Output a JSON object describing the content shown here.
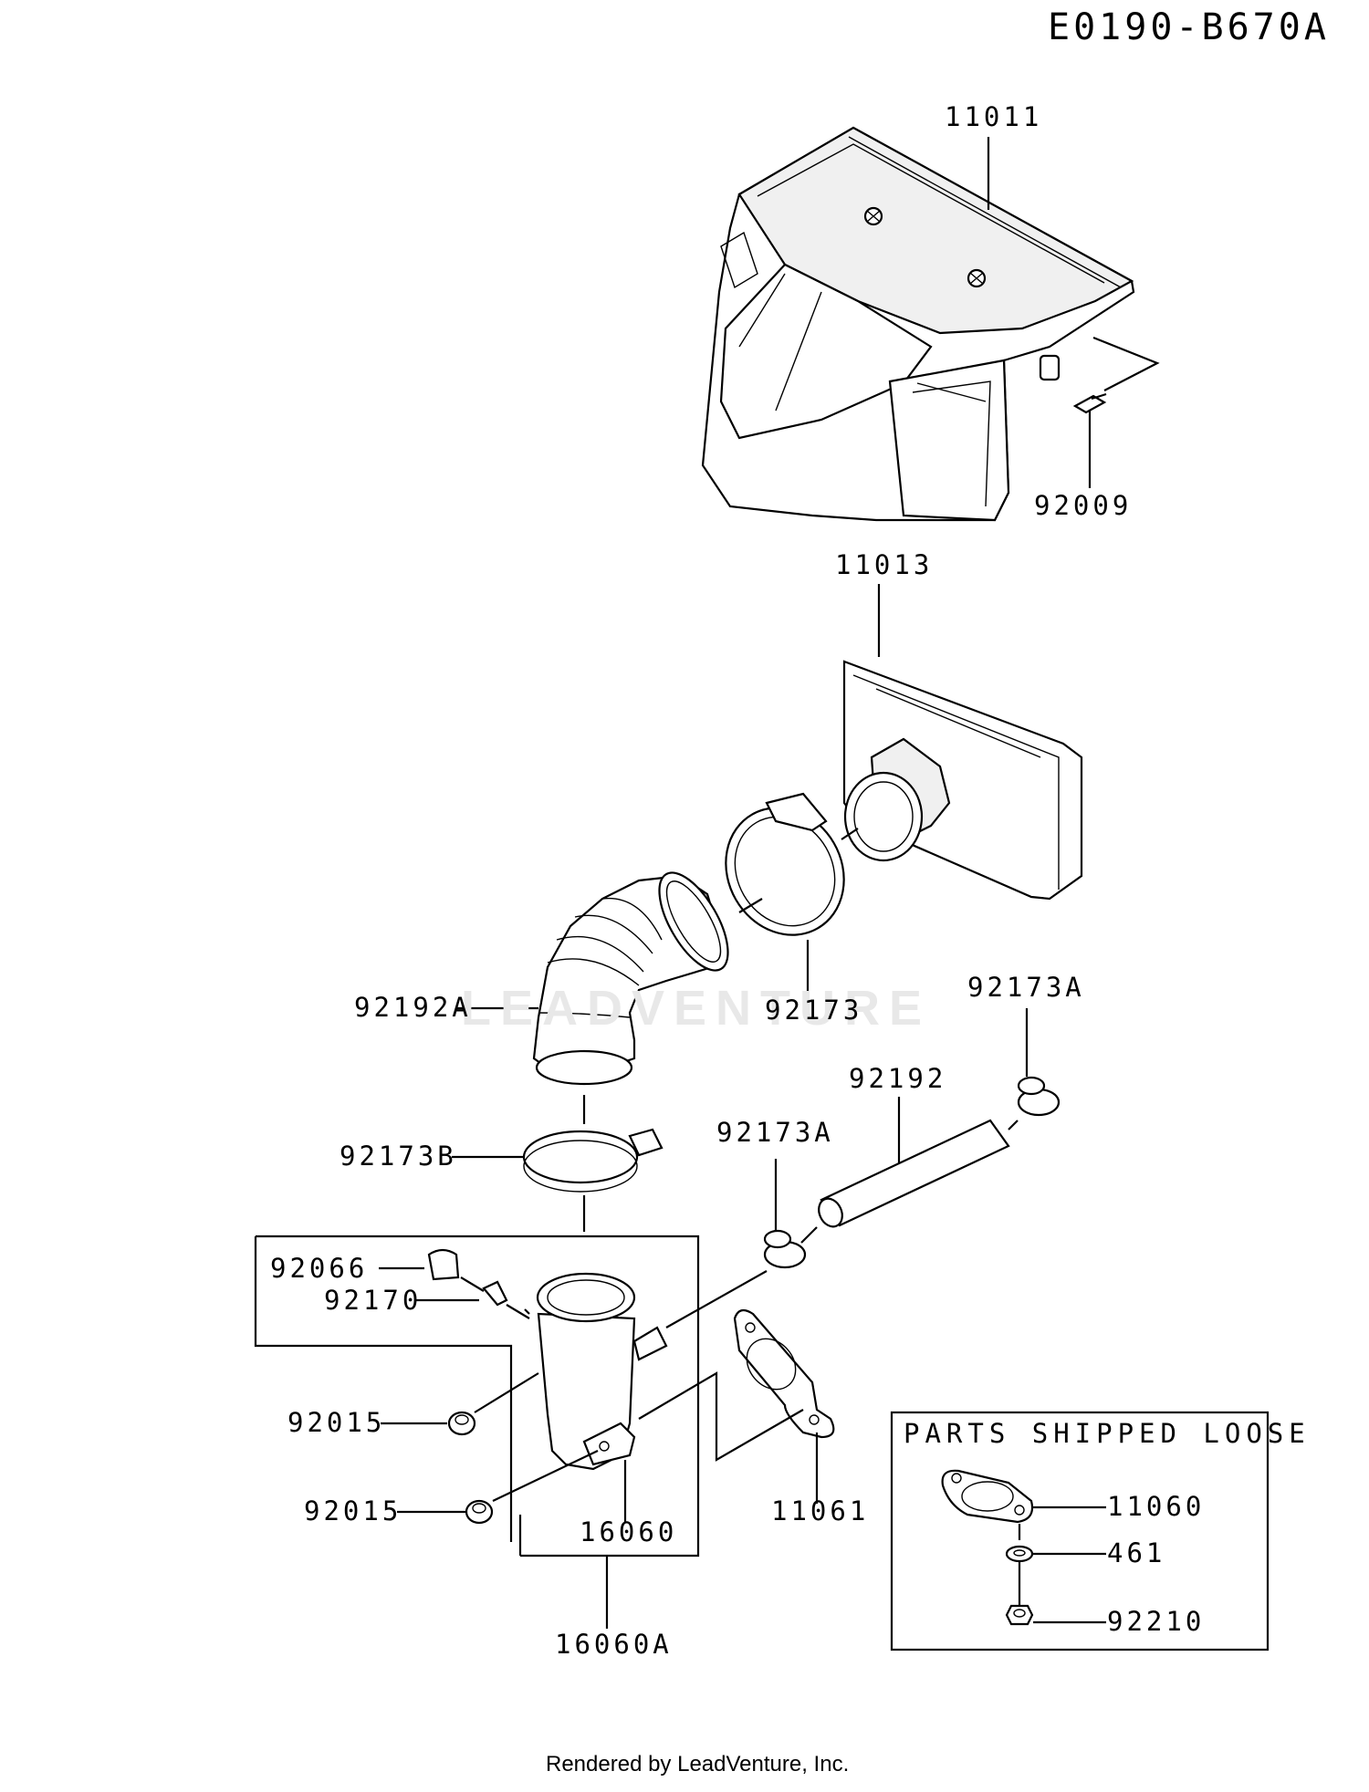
{
  "diagram_code": "E0190-B670A",
  "watermark": "LEADVENTURE",
  "labels": {
    "p11011": "11011",
    "p92009": "92009",
    "p11013": "11013",
    "p92192A": "92192A",
    "p92173": "92173",
    "p92173A_right": "92173A",
    "p92192": "92192",
    "p92173A_left": "92173A",
    "p92173B": "92173B",
    "p92066": "92066",
    "p92170": "92170",
    "p92015_upper": "92015",
    "p92015_lower": "92015",
    "p16060": "16060",
    "p11061": "11061",
    "p16060A": "16060A"
  },
  "parts_shipped_loose": {
    "title": "PARTS SHIPPED LOOSE",
    "p11060": "11060",
    "p461": "461",
    "p92210": "92210"
  },
  "footer": "Rendered by LeadVenture, Inc."
}
